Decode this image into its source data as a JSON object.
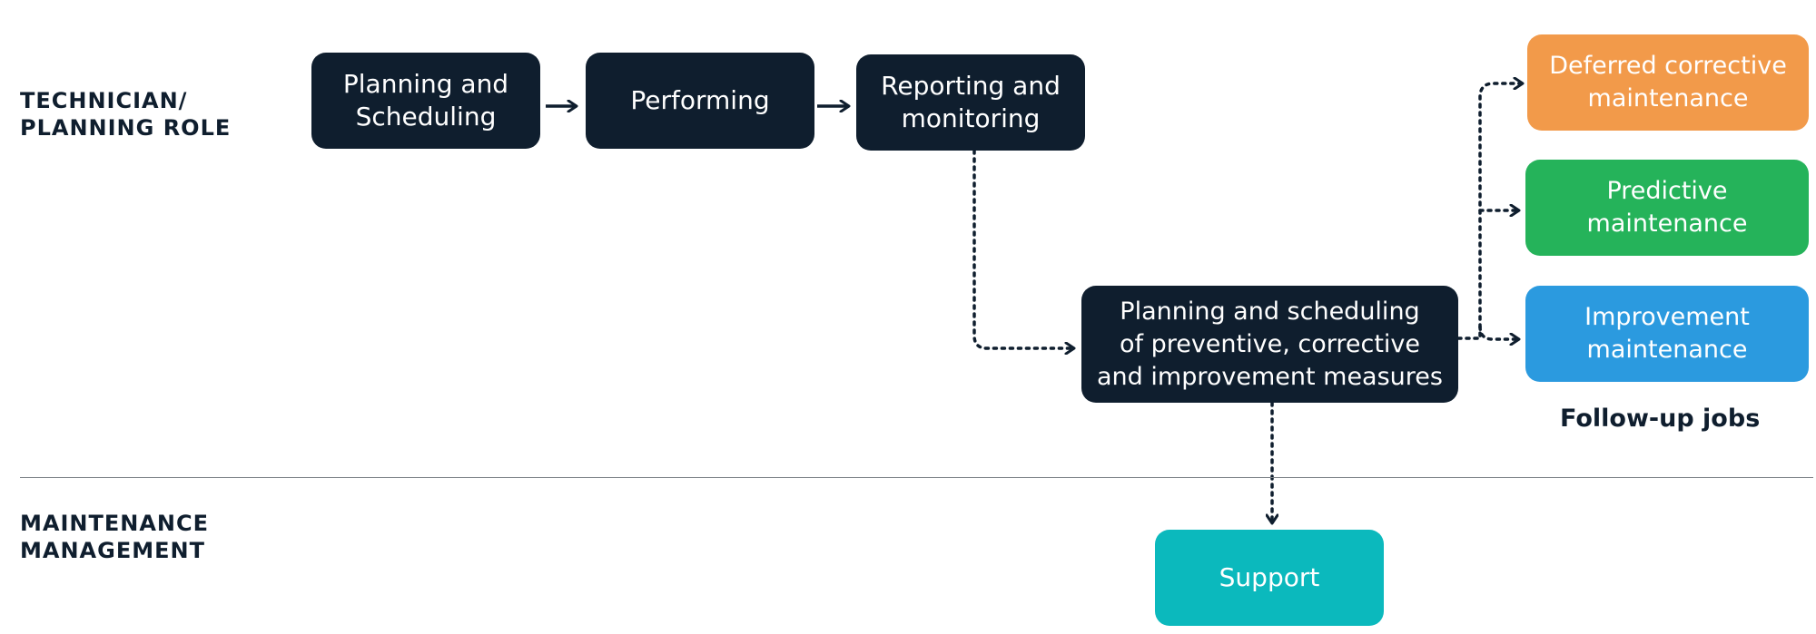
{
  "lanes": {
    "technician_planning": "TECHNICIAN/\nPLANNING ROLE",
    "maintenance_management": "MAINTENANCE\nMANAGEMENT"
  },
  "nodes": {
    "planning_scheduling": "Planning and\nScheduling",
    "performing": "Performing",
    "reporting_monitoring": "Reporting and\nmonitoring",
    "planning_measures": "Planning and scheduling\nof preventive, corrective\nand improvement measures",
    "deferred_corrective": "Deferred corrective\nmaintenance",
    "predictive": "Predictive\nmaintenance",
    "improvement": "Improvement\nmaintenance",
    "support": "Support"
  },
  "follow_up_label": "Follow-up jobs",
  "colors": {
    "dark": "#0f1e2e",
    "orange": "#f29a4a",
    "green": "#25b35a",
    "blue": "#2b9adf",
    "teal": "#0bb9bd",
    "divider": "#7d8288"
  }
}
